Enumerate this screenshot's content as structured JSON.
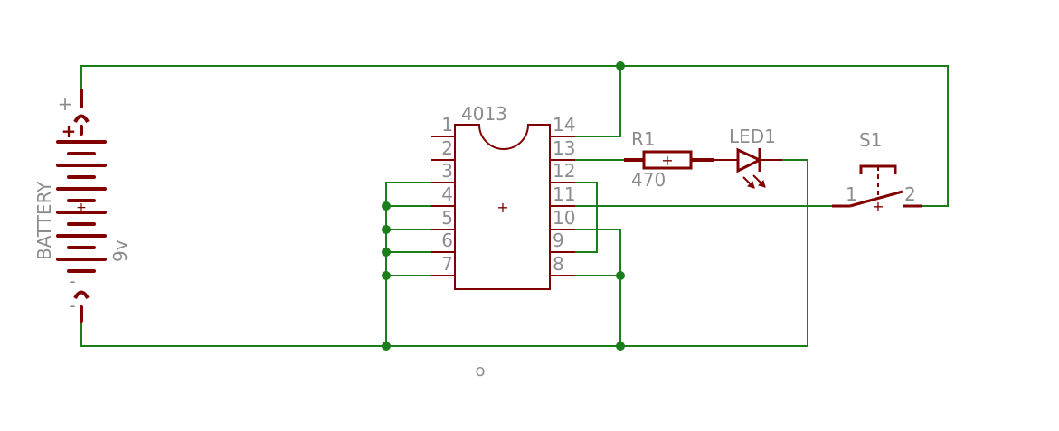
{
  "colors": {
    "wire": "#1a7f1a",
    "part": "#800000",
    "label": "#8c8c8c",
    "background": "#ffffff"
  },
  "battery": {
    "name": "BATTERY",
    "value": "9v",
    "plus_top": "+",
    "plus_bottom": "+",
    "minus_top": "-",
    "minus_bottom": "-"
  },
  "ic": {
    "name": "4013",
    "origin": "+",
    "pins_left": [
      "1",
      "2",
      "3",
      "4",
      "5",
      "6",
      "7"
    ],
    "pins_right": [
      "14",
      "13",
      "12",
      "11",
      "10",
      "9",
      "8"
    ]
  },
  "resistor": {
    "name": "R1",
    "value": "470",
    "origin": "+"
  },
  "led": {
    "name": "LED1"
  },
  "switch": {
    "name": "S1",
    "pin1": "1",
    "pin2": "2",
    "origin": "+"
  },
  "canvas_origin": "o"
}
